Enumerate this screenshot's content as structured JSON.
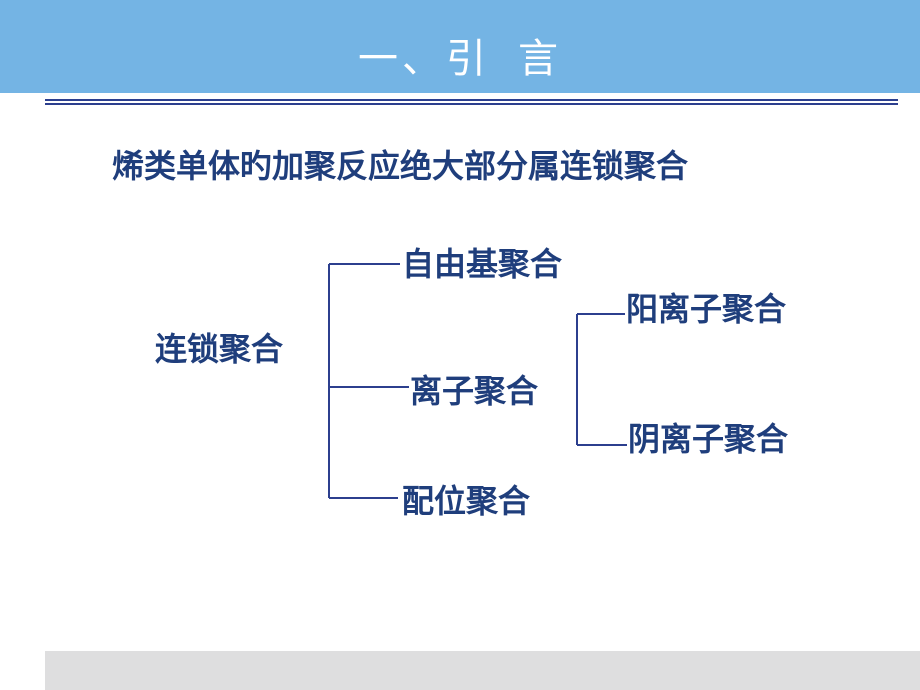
{
  "slide": {
    "title": "一、引  言",
    "lead_text": "烯类单体旳加聚反应绝大部分属连锁聚合",
    "colors": {
      "header_band": "#74b4e4",
      "rule": "#2c3f8e",
      "text": "#1f3e7c",
      "title_text": "#ffffff",
      "footer_band": "#dededf",
      "background": "#ffffff"
    }
  },
  "diagram": {
    "type": "tree",
    "root": {
      "label": "连锁聚合"
    },
    "children": [
      {
        "label": "自由基聚合",
        "children": []
      },
      {
        "label": "离子聚合",
        "children": [
          {
            "label": "阳离子聚合"
          },
          {
            "label": "阴离子聚合"
          }
        ]
      },
      {
        "label": "配位聚合",
        "children": []
      }
    ]
  }
}
